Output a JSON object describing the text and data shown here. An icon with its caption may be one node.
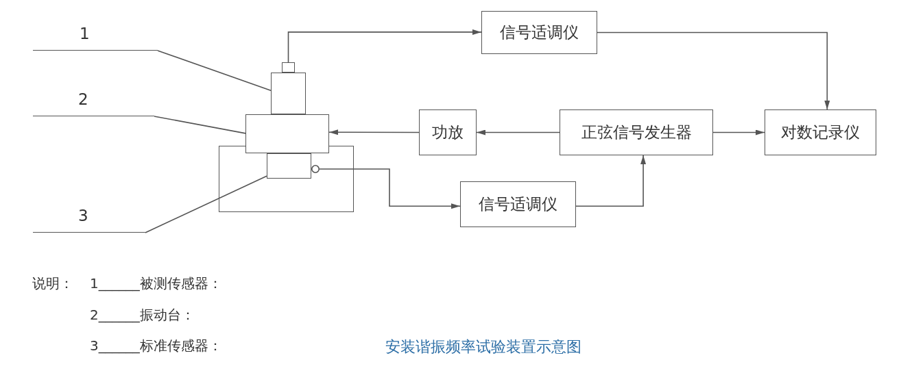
{
  "diagram": {
    "caption": "安装谐振频率试验装置示意图",
    "nodes": [
      {
        "text": [
          "1"
        ]
      },
      {
        "text": [
          "信号适调仪"
        ]
      },
      {
        "text": [],
        "shape": "box"
      },
      {
        "text": [],
        "shape": "box"
      },
      {
        "text": [
          "2"
        ]
      },
      {
        "text": [],
        "shape": "box"
      },
      {
        "text": [
          "功放"
        ]
      },
      {
        "text": [
          "正弦信号发生器"
        ]
      },
      {
        "text": [
          "对数记录仪"
        ]
      },
      {
        "text": [],
        "shape": "box"
      },
      {
        "text": [],
        "shape": "box",
        "in": 9
      },
      {
        "text": [],
        "shape": "circle",
        "in": 9
      },
      {
        "text": [
          "信号适调仪"
        ]
      },
      {
        "text": [
          "3"
        ]
      }
    ],
    "edges": [
      {
        "from": 0,
        "to": 3,
        "arrow": "none"
      },
      {
        "from": 2,
        "to": 1,
        "arrow": "to"
      },
      {
        "from": 1,
        "to": 8,
        "arrow": "to"
      },
      {
        "from": 4,
        "to": 5,
        "arrow": "none"
      },
      {
        "from": 7,
        "to": 6,
        "arrow": "to"
      },
      {
        "from": 6,
        "to": 5,
        "arrow": "to"
      },
      {
        "from": 7,
        "to": 8,
        "arrow": "to"
      },
      {
        "from": 11,
        "to": 12,
        "arrow": "to"
      },
      {
        "from": 12,
        "to": 7,
        "arrow": "to"
      },
      {
        "from": 13,
        "to": 10,
        "arrow": "none"
      }
    ],
    "labels": [
      "说明：",
      "1______被测传感器：",
      "2______振动台：",
      "3______标准传感器："
    ]
  }
}
